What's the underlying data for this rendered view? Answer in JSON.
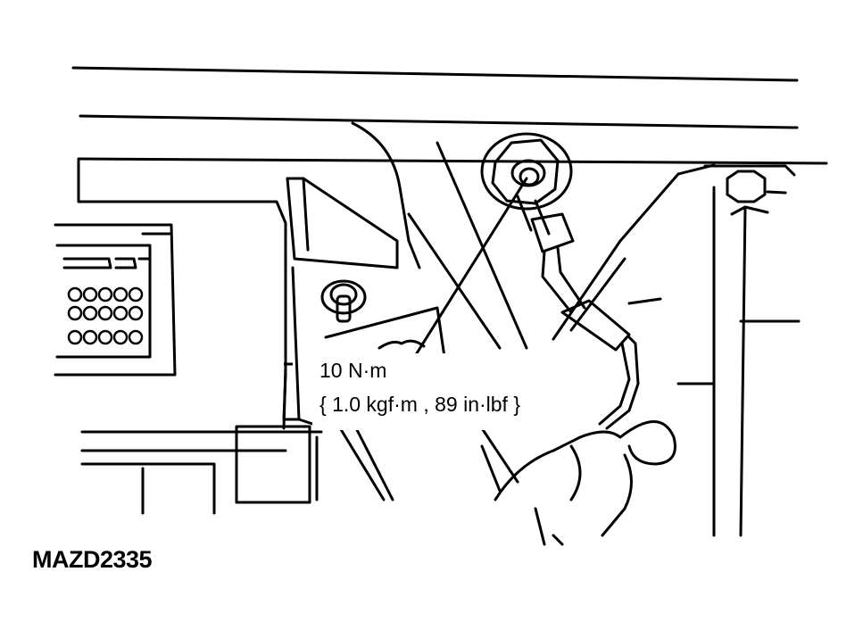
{
  "figure": {
    "code": "MAZD2335",
    "torque_spec": {
      "line1": "10 N·m",
      "line2": "{ 1.0 kgf·m , 89 in·lbf }"
    }
  },
  "colors": {
    "ink": "#000000",
    "paper": "#ffffff"
  }
}
